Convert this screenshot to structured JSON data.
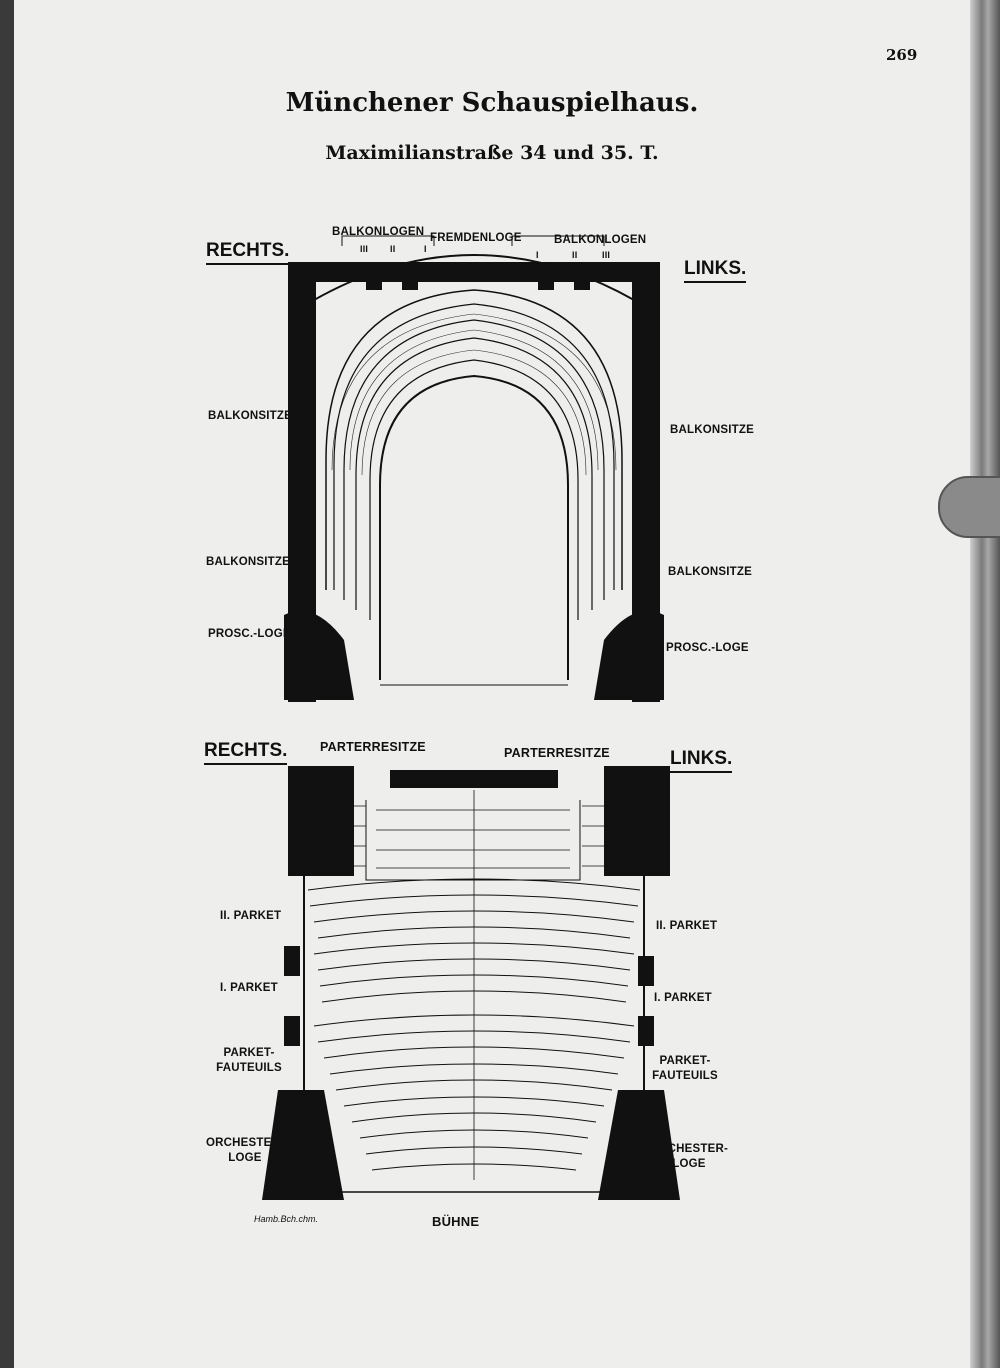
{
  "page_number": "269",
  "title": "Münchener Schauspielhaus.",
  "subtitle": "Maximilianstraße 34 und 35.   T.",
  "balcony_plan": {
    "left_side": "RECHTS.",
    "right_side": "LINKS.",
    "boxes_left": "BALKONLOGEN",
    "boxes_center": "FREMDENLOGE",
    "boxes_right": "BALKONLOGEN",
    "box_numerals_left": [
      "III",
      "II",
      "I"
    ],
    "box_numerals_right": [
      "I",
      "II",
      "III"
    ],
    "side_seats_upper_left": "BALKONSITZE",
    "side_seats_upper_right": "BALKONSITZE",
    "side_seats_lower_left": "BALKONSITZE",
    "side_seats_lower_right": "BALKONSITZE",
    "proscenium_left": "PROSC.-LOGE",
    "proscenium_right": "PROSC.-LOGE"
  },
  "parterre_plan": {
    "left_side": "RECHTS.",
    "right_side": "LINKS.",
    "header_left": "PARTERRESITZE",
    "header_right": "PARTERRESITZE",
    "parket2_left": "II. PARKET",
    "parket2_right": "II. PARKET",
    "parket1_left": "I. PARKET",
    "parket1_right": "I. PARKET",
    "fauteuils_left": [
      "PARKET-",
      "FAUTEUILS"
    ],
    "fauteuils_right": [
      "PARKET-",
      "FAUTEUILS"
    ],
    "orchestra_left": [
      "ORCHESTER-",
      "LOGE"
    ],
    "orchestra_right": [
      "ORCHESTER-",
      "LOGE"
    ],
    "stage": "BÜHNE",
    "signature": "Hamb.Bch.chm."
  }
}
